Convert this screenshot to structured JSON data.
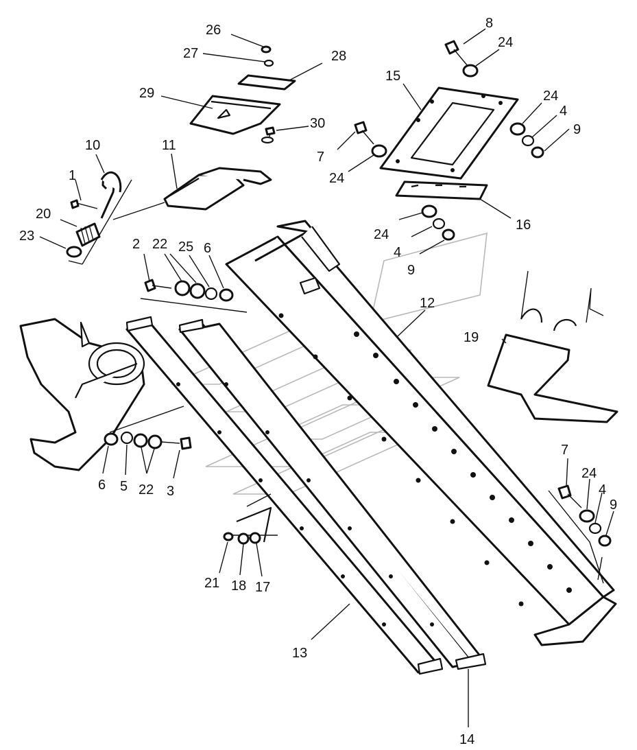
{
  "diagram": {
    "callouts": [
      {
        "id": "c1",
        "text": "1"
      },
      {
        "id": "c2",
        "text": "2"
      },
      {
        "id": "c3",
        "text": "3"
      },
      {
        "id": "c4a",
        "text": "4"
      },
      {
        "id": "c4b",
        "text": "4"
      },
      {
        "id": "c4c",
        "text": "4"
      },
      {
        "id": "c5",
        "text": "5"
      },
      {
        "id": "c6a",
        "text": "6"
      },
      {
        "id": "c6b",
        "text": "6"
      },
      {
        "id": "c7a",
        "text": "7"
      },
      {
        "id": "c7b",
        "text": "7"
      },
      {
        "id": "c8",
        "text": "8"
      },
      {
        "id": "c9a",
        "text": "9"
      },
      {
        "id": "c9b",
        "text": "9"
      },
      {
        "id": "c9c",
        "text": "9"
      },
      {
        "id": "c10",
        "text": "10"
      },
      {
        "id": "c11",
        "text": "11"
      },
      {
        "id": "c12",
        "text": "12"
      },
      {
        "id": "c13",
        "text": "13"
      },
      {
        "id": "c14",
        "text": "14"
      },
      {
        "id": "c15",
        "text": "15"
      },
      {
        "id": "c16",
        "text": "16"
      },
      {
        "id": "c17",
        "text": "17"
      },
      {
        "id": "c18",
        "text": "18"
      },
      {
        "id": "c19",
        "text": "19"
      },
      {
        "id": "c20",
        "text": "20"
      },
      {
        "id": "c21",
        "text": "21"
      },
      {
        "id": "c22a",
        "text": "22"
      },
      {
        "id": "c22b",
        "text": "22"
      },
      {
        "id": "c23",
        "text": "23"
      },
      {
        "id": "c24a",
        "text": "24"
      },
      {
        "id": "c24b",
        "text": "24"
      },
      {
        "id": "c24c",
        "text": "24"
      },
      {
        "id": "c24d",
        "text": "24"
      },
      {
        "id": "c24e",
        "text": "24"
      },
      {
        "id": "c25",
        "text": "25"
      },
      {
        "id": "c26",
        "text": "26"
      },
      {
        "id": "c27",
        "text": "27"
      },
      {
        "id": "c28",
        "text": "28"
      },
      {
        "id": "c29",
        "text": "29"
      },
      {
        "id": "c30",
        "text": "30"
      }
    ]
  }
}
